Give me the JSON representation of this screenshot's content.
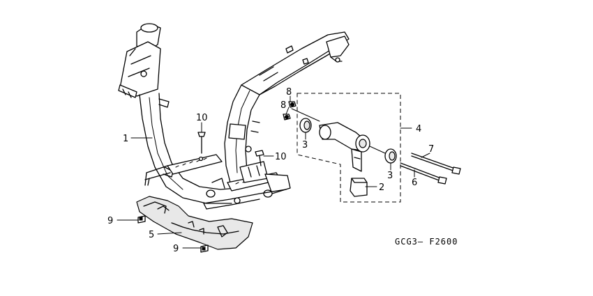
{
  "callouts": {
    "c1": "1",
    "c2": "2",
    "c3a": "3",
    "c3b": "3",
    "c4": "4",
    "c5": "5",
    "c6": "6",
    "c7": "7",
    "c8a": "8",
    "c8b": "8",
    "c9a": "9",
    "c9b": "9",
    "c10a": "10",
    "c10b": "10"
  },
  "diagram_code": "GCG3– F2600"
}
